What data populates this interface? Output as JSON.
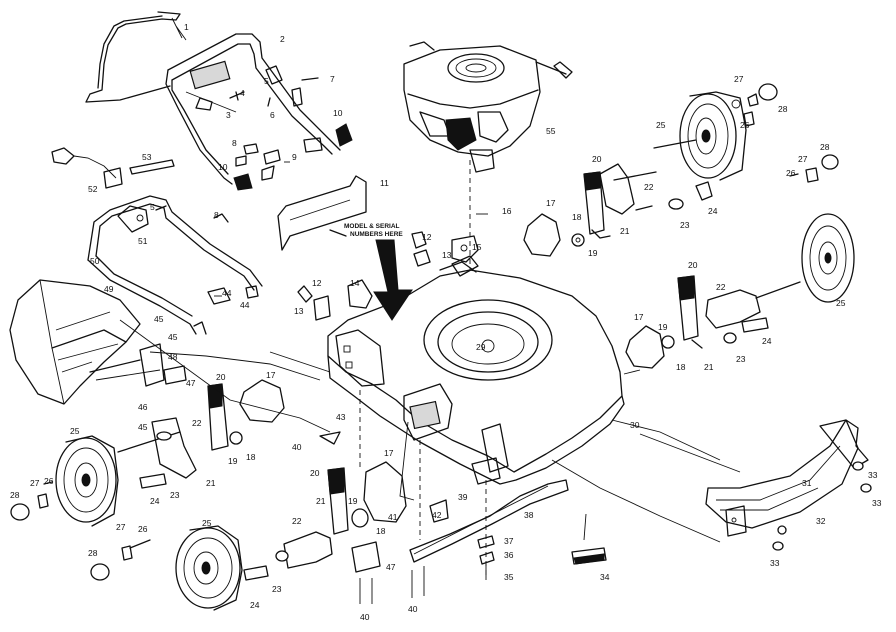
{
  "diagram": {
    "note_lines": [
      "MODEL & SERIAL",
      "NUMBERS HERE"
    ],
    "labels": [
      {
        "id": "l1",
        "text": "1"
      },
      {
        "id": "l2",
        "text": "2"
      },
      {
        "id": "l3",
        "text": "3"
      },
      {
        "id": "l4",
        "text": "4"
      },
      {
        "id": "l5",
        "text": "5"
      },
      {
        "id": "l6",
        "text": "6"
      },
      {
        "id": "l7",
        "text": "7"
      },
      {
        "id": "l8a",
        "text": "8"
      },
      {
        "id": "l9",
        "text": "9"
      },
      {
        "id": "l10a",
        "text": "10"
      },
      {
        "id": "l10b",
        "text": "10"
      },
      {
        "id": "l11a",
        "text": "11"
      },
      {
        "id": "l53",
        "text": "53"
      },
      {
        "id": "l52",
        "text": "52"
      },
      {
        "id": "l5b",
        "text": "5"
      },
      {
        "id": "l51",
        "text": "51"
      },
      {
        "id": "l8b",
        "text": "8"
      },
      {
        "id": "l50",
        "text": "50"
      },
      {
        "id": "l44a",
        "text": "44"
      },
      {
        "id": "l44b",
        "text": "44"
      },
      {
        "id": "l12a",
        "text": "12"
      },
      {
        "id": "l13a",
        "text": "13"
      },
      {
        "id": "l12b",
        "text": "12"
      },
      {
        "id": "l13b",
        "text": "13"
      },
      {
        "id": "l14",
        "text": "14"
      },
      {
        "id": "l15",
        "text": "15"
      },
      {
        "id": "l16",
        "text": "16"
      },
      {
        "id": "l55",
        "text": "55"
      },
      {
        "id": "l49",
        "text": "49"
      },
      {
        "id": "l45a",
        "text": "45"
      },
      {
        "id": "l45b",
        "text": "45"
      },
      {
        "id": "l48",
        "text": "48"
      },
      {
        "id": "l47a",
        "text": "47"
      },
      {
        "id": "l46",
        "text": "46"
      },
      {
        "id": "l45c",
        "text": "45"
      },
      {
        "id": "l20a",
        "text": "20"
      },
      {
        "id": "l17a",
        "text": "17"
      },
      {
        "id": "l43",
        "text": "43"
      },
      {
        "id": "l40a",
        "text": "40"
      },
      {
        "id": "l22a",
        "text": "22"
      },
      {
        "id": "l19a",
        "text": "19"
      },
      {
        "id": "l18a",
        "text": "18"
      },
      {
        "id": "l21a",
        "text": "21"
      },
      {
        "id": "l25a",
        "text": "25"
      },
      {
        "id": "l23a",
        "text": "23"
      },
      {
        "id": "l24a",
        "text": "24"
      },
      {
        "id": "l28a",
        "text": "28"
      },
      {
        "id": "l27a",
        "text": "27"
      },
      {
        "id": "l26a",
        "text": "26"
      },
      {
        "id": "l29",
        "text": "29"
      },
      {
        "id": "l30",
        "text": "30"
      },
      {
        "id": "l17b",
        "text": "17"
      },
      {
        "id": "l18b",
        "text": "18"
      },
      {
        "id": "l19b",
        "text": "19"
      },
      {
        "id": "l20b",
        "text": "20"
      },
      {
        "id": "l21b",
        "text": "21"
      },
      {
        "id": "l22b",
        "text": "22"
      },
      {
        "id": "l23b",
        "text": "23"
      },
      {
        "id": "l24b",
        "text": "24"
      },
      {
        "id": "l25b",
        "text": "25"
      },
      {
        "id": "l26b",
        "text": "26"
      },
      {
        "id": "l27b",
        "text": "27"
      },
      {
        "id": "l28b",
        "text": "28"
      },
      {
        "id": "l17c",
        "text": "17"
      },
      {
        "id": "l19c",
        "text": "19"
      },
      {
        "id": "l18c",
        "text": "18"
      },
      {
        "id": "l20c",
        "text": "20"
      },
      {
        "id": "l22c",
        "text": "22"
      },
      {
        "id": "l21c",
        "text": "21"
      },
      {
        "id": "l23c",
        "text": "23"
      },
      {
        "id": "l24c",
        "text": "24"
      },
      {
        "id": "l25c",
        "text": "25"
      },
      {
        "id": "l26c",
        "text": "26"
      },
      {
        "id": "l27c",
        "text": "27"
      },
      {
        "id": "l28c",
        "text": "28"
      },
      {
        "id": "l20d",
        "text": "20"
      },
      {
        "id": "l21d",
        "text": "21"
      },
      {
        "id": "l19d",
        "text": "19"
      },
      {
        "id": "l18d",
        "text": "18"
      },
      {
        "id": "l22d",
        "text": "22"
      },
      {
        "id": "l25d",
        "text": "25"
      },
      {
        "id": "l26d",
        "text": "26"
      },
      {
        "id": "l27d",
        "text": "27"
      },
      {
        "id": "l28d",
        "text": "28"
      },
      {
        "id": "l23d",
        "text": "23"
      },
      {
        "id": "l24d",
        "text": "24"
      },
      {
        "id": "l47b",
        "text": "47"
      },
      {
        "id": "l40b",
        "text": "40"
      },
      {
        "id": "l40c",
        "text": "40"
      },
      {
        "id": "l17d",
        "text": "17"
      },
      {
        "id": "l41",
        "text": "41"
      },
      {
        "id": "l42",
        "text": "42"
      },
      {
        "id": "l39",
        "text": "39"
      },
      {
        "id": "l38",
        "text": "38"
      },
      {
        "id": "l37",
        "text": "37"
      },
      {
        "id": "l36",
        "text": "36"
      },
      {
        "id": "l35",
        "text": "35"
      },
      {
        "id": "l34",
        "text": "34"
      },
      {
        "id": "l31",
        "text": "31"
      },
      {
        "id": "l32",
        "text": "32"
      },
      {
        "id": "l33a",
        "text": "33"
      },
      {
        "id": "l33b",
        "text": "33"
      },
      {
        "id": "l33c",
        "text": "33"
      }
    ]
  }
}
